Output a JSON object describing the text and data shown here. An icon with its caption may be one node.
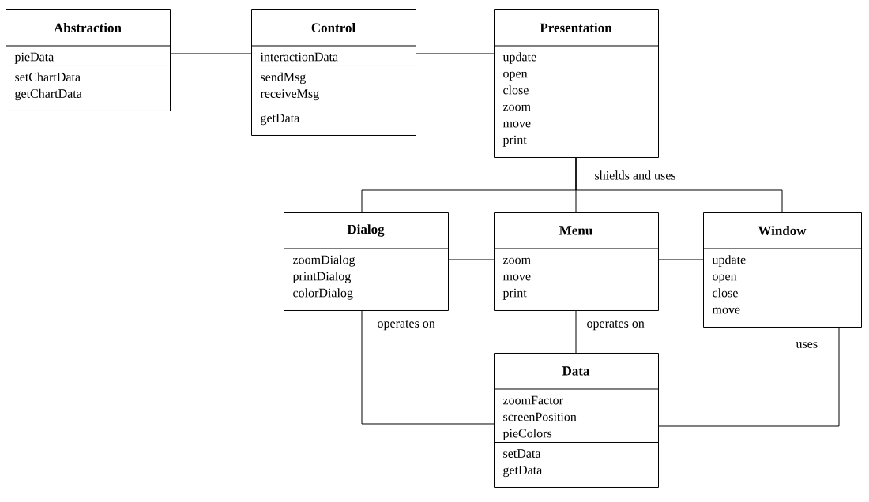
{
  "diagram": {
    "nodes": [
      {
        "text": [
          "Abstraction",
          "pieData",
          "setChartData",
          "getChartData"
        ]
      },
      {
        "text": [
          "Control",
          "interactionData",
          "sendMsg",
          "receiveMsg",
          "getData"
        ]
      },
      {
        "text": [
          "Presentation",
          "update",
          "open",
          "close",
          "zoom",
          "move",
          "print"
        ]
      },
      {
        "text": [
          "Dialog",
          "zoomDialog",
          "printDialog",
          "colorDialog"
        ]
      },
      {
        "text": [
          "Menu",
          "zoom",
          "move",
          "print"
        ]
      },
      {
        "text": [
          "Window",
          "update",
          "open",
          "close",
          "move"
        ]
      },
      {
        "text": [
          "Data",
          "zoomFactor",
          "screenPosition",
          "pieColors",
          "setData",
          "getData"
        ]
      }
    ],
    "edges": [
      {
        "from": 0,
        "to": 1,
        "arrow": "none"
      },
      {
        "from": 1,
        "to": 2,
        "arrow": "none"
      },
      {
        "from": 2,
        "to": 3,
        "arrow": "none",
        "label": "shields and uses"
      },
      {
        "from": 2,
        "to": 4,
        "arrow": "none"
      },
      {
        "from": 2,
        "to": 5,
        "arrow": "none"
      },
      {
        "from": 3,
        "to": 4,
        "arrow": "none"
      },
      {
        "from": 4,
        "to": 5,
        "arrow": "none"
      },
      {
        "from": 3,
        "to": 6,
        "arrow": "none",
        "label": "operates on"
      },
      {
        "from": 4,
        "to": 6,
        "arrow": "none",
        "label": "operates on"
      },
      {
        "from": 5,
        "to": 6,
        "arrow": "none",
        "label": "uses"
      }
    ]
  }
}
